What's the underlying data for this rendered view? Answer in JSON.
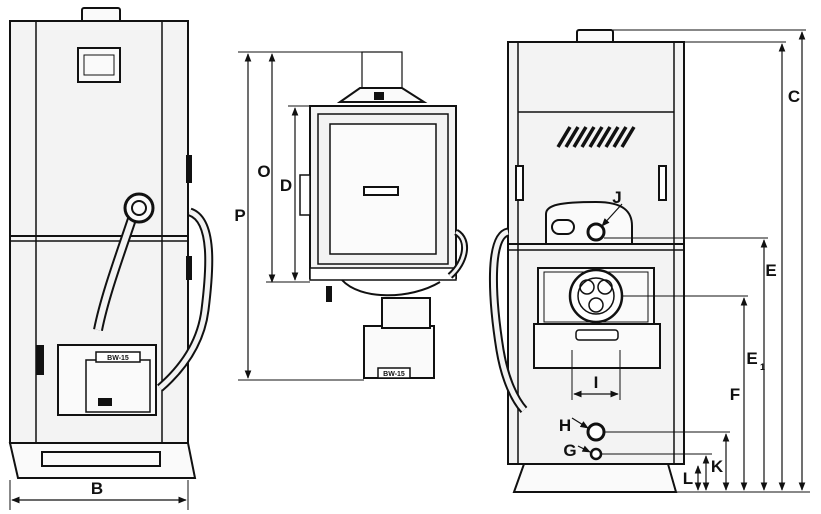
{
  "labels": {
    "B": "B",
    "P": "P",
    "O": "O",
    "D": "D",
    "C": "C",
    "E": "E",
    "E1_main": "E",
    "E1_sub": "1",
    "F": "F",
    "I": "I",
    "J": "J",
    "H": "H",
    "G": "G",
    "K": "K",
    "L": "L"
  },
  "burner_plates": {
    "side_view": "BW-15",
    "front_view": "BW-15"
  }
}
